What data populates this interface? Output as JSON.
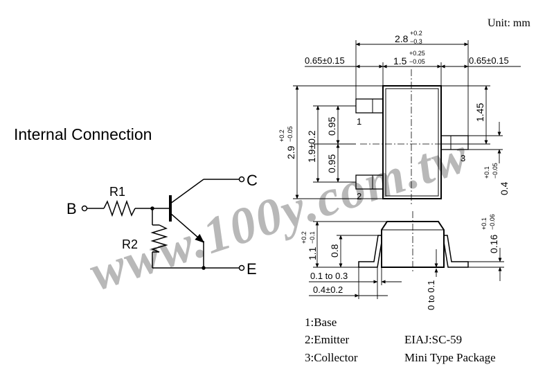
{
  "unit_label": "Unit: mm",
  "internal_connection_title": "Internal Connection",
  "circuit": {
    "terminal_b": "B",
    "terminal_c": "C",
    "terminal_e": "E",
    "resistor_1": "R1",
    "resistor_2": "R2"
  },
  "dimensions": {
    "overall_width": "2.8",
    "overall_width_tol_plus": "+0.2",
    "overall_width_tol_minus": "−0.3",
    "body_width": "1.5",
    "body_width_tol_plus": "+0.25",
    "body_width_tol_minus": "−0.05",
    "lead_offset_left": "0.65±0.15",
    "lead_offset_right": "0.65±0.15",
    "overall_height": "2.9",
    "overall_height_tol_plus": "+0.2",
    "overall_height_tol_minus": "−0.05",
    "pitch_total": "1.9±0.2",
    "pitch_upper": "0.95",
    "pitch_lower": "0.95",
    "lead3_offset": "1.45",
    "lead_width": "0.4",
    "lead_width_tol_plus": "+0.1",
    "lead_width_tol_minus": "−0.05",
    "package_height": "1.1",
    "package_height_tol_plus": "+0.2",
    "package_height_tol_minus": "−0.1",
    "body_thickness": "0.8",
    "lead_thickness": "0.16",
    "lead_thickness_tol_plus": "+0.1",
    "lead_thickness_tol_minus": "−0.06",
    "lead_length": "0.1 to 0.3",
    "foot_length": "0.4±0.2",
    "standoff": "0 to 0.1"
  },
  "pins": {
    "pin1": "1",
    "pin2": "2",
    "pin3": "3"
  },
  "legend": {
    "base": "1:Base",
    "emitter": "2:Emitter",
    "collector": "3:Collector",
    "standard": "EIAJ:SC-59",
    "package_type": "Mini Type Package"
  },
  "watermark": "www.100y.com.tw"
}
